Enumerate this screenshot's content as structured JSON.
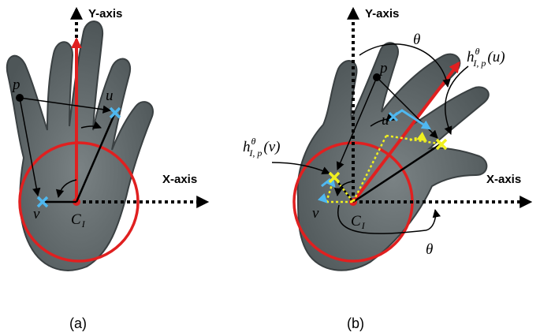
{
  "panels": [
    {
      "caption": "(a)",
      "y_axis_label": "Y-axis",
      "x_axis_label": "X-axis",
      "point_p": "p",
      "point_u": "u",
      "point_v": "v",
      "centroid": "C",
      "centroid_sub": "I"
    },
    {
      "caption": "(b)",
      "y_axis_label": "Y-axis",
      "x_axis_label": "X-axis",
      "point_p": "p",
      "point_u": "u",
      "point_v": "v",
      "centroid": "C",
      "centroid_sub": "I",
      "theta_top": "θ",
      "theta_bottom": "θ",
      "h_u": {
        "base": "h",
        "sup": "θ",
        "sub": "I, p",
        "arg": "(u)"
      },
      "h_v": {
        "base": "h",
        "sup": "θ",
        "sub": "I, p",
        "arg": "(v)"
      }
    }
  ],
  "colors": {
    "hand": "#5c6466",
    "hand_edge": "#3a4042",
    "axis": "#000000",
    "main_axis": "#e02020",
    "circle": "#e02020",
    "marker": "#4fb8f0",
    "marker_rotated": "#f0f020"
  }
}
